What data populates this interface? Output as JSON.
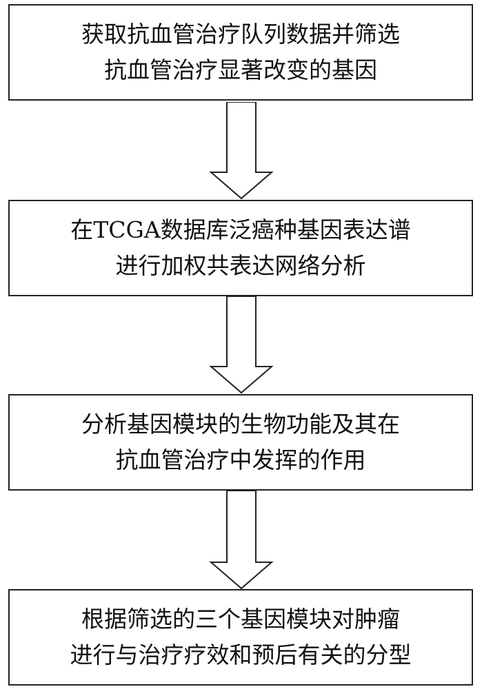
{
  "steps": [
    {
      "line1": "获取抗血管治疗队列数据并筛选",
      "line2": "抗血管治疗显著改变的基因"
    },
    {
      "line1": "在TCGA数据库泛癌种基因表达谱",
      "line2": "进行加权共表达网络分析"
    },
    {
      "line1": "分析基因模块的生物功能及其在",
      "line2": "抗血管治疗中发挥的作用"
    },
    {
      "line1": "根据筛选的三个基因模块对肿瘤",
      "line2": "进行与治疗疗效和预后有关的分型"
    }
  ]
}
